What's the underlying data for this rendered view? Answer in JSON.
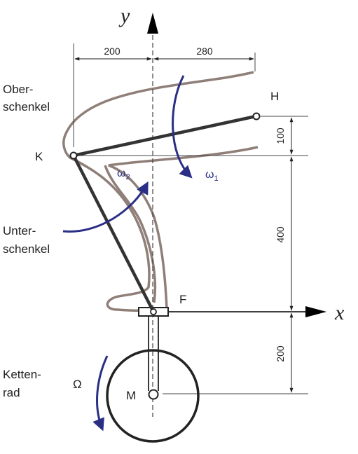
{
  "axes": {
    "x": "x",
    "y": "y"
  },
  "points": {
    "K": "K",
    "H": "H",
    "F": "F",
    "M": "M"
  },
  "labels": {
    "oberschenkel_1": "Ober-",
    "oberschenkel_2": "schenkel",
    "unterschenkel_1": "Unter-",
    "unterschenkel_2": "schenkel",
    "kettenrad_1": "Ketten-",
    "kettenrad_2": "rad"
  },
  "angular_velocities": {
    "w1": "ω",
    "w1_sub": "1",
    "w2": "ω",
    "w2_sub": "2",
    "omega": "Ω"
  },
  "dimensions": {
    "horizontal_left": "200",
    "horizontal_right": "280",
    "vertical_top": "100",
    "vertical_mid": "400",
    "vertical_bottom": "200"
  },
  "colors": {
    "leg_outline": "#8f7f78",
    "links": "#333333",
    "arrows": "#2a2f85",
    "lines": "#222222"
  }
}
